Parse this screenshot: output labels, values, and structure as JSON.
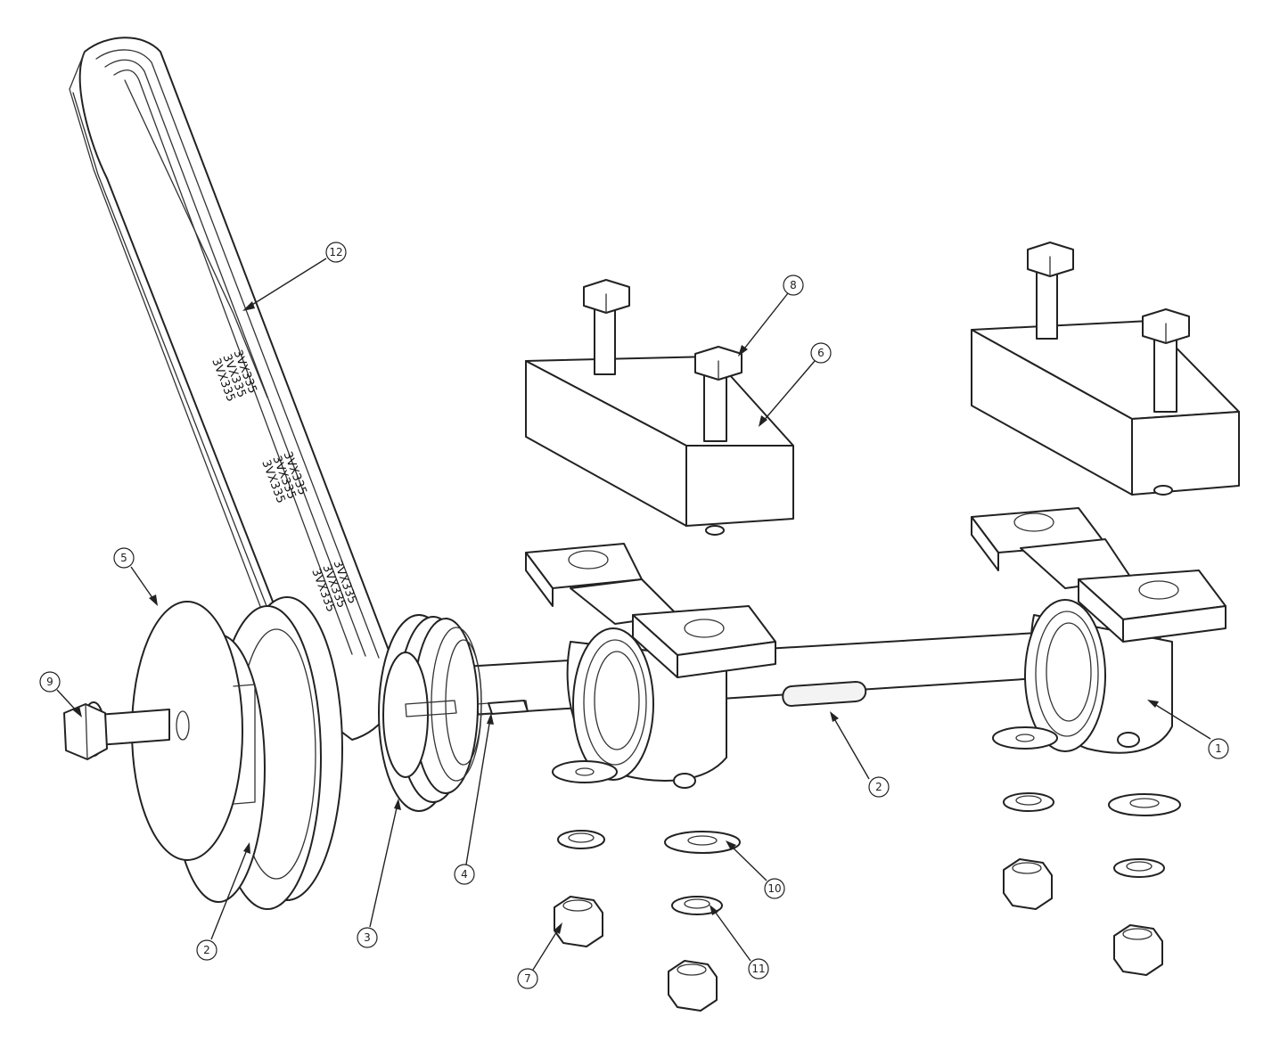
{
  "belt_marking": "3VX335",
  "balloons": [
    {
      "id": "b1",
      "label": "1"
    },
    {
      "id": "b2a",
      "label": "2"
    },
    {
      "id": "b2b",
      "label": "2"
    },
    {
      "id": "b3",
      "label": "3"
    },
    {
      "id": "b4",
      "label": "4"
    },
    {
      "id": "b5",
      "label": "5"
    },
    {
      "id": "b6",
      "label": "6"
    },
    {
      "id": "b7",
      "label": "7"
    },
    {
      "id": "b8",
      "label": "8"
    },
    {
      "id": "b9",
      "label": "9"
    },
    {
      "id": "b10",
      "label": "10"
    },
    {
      "id": "b11",
      "label": "11"
    },
    {
      "id": "b12",
      "label": "12"
    }
  ]
}
